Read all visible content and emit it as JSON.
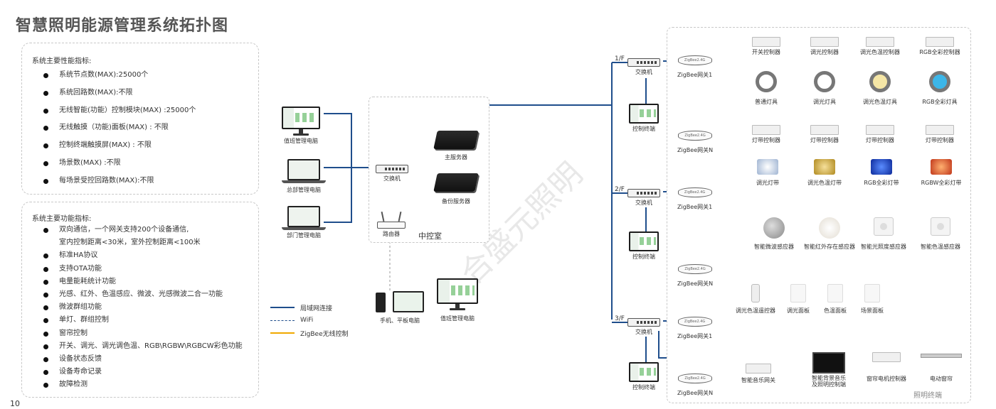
{
  "title": "智慧照明能源管理系统拓扑图",
  "page_number": "10",
  "performance": {
    "heading": "系统主要性能指标:",
    "items": [
      "系统节点数(MAX):25000个",
      "系统回路数(MAX):不限",
      "无线智能(功能）控制模块(MAX) :25000个",
      "无线触摸（功能)面板(MAX) : 不限",
      "控制终端触摸屏(MAX) : 不限",
      "场景数(MAX) :不限",
      "每场景受控回路数(MAX):不限"
    ]
  },
  "functions": {
    "heading": "系统主要功能指标:",
    "items": [
      "双向通信，一个网关支持200个设备通信,",
      "室内控制距离<30米，室外控制距离<100米",
      "标准HA协议",
      "支持OTA功能",
      "电量能耗统计功能",
      "光感、红外、色温感应、微波、光感微波二合一功能",
      "微波群组功能",
      "单灯、群组控制",
      "窗帘控制",
      "开关、调光、调光调色温、RGB\\RGBW\\RGBCW彩色功能",
      "设备状态反馈",
      "设备寿命记录",
      "故障检测"
    ]
  },
  "left_devices": {
    "mgmt_pc": "值班管理电脑",
    "hq_pc": "总部管理电脑",
    "dept_pc": "部门管理电脑"
  },
  "control_room": {
    "label": "中控室",
    "switch": "交换机",
    "main_server": "主服务器",
    "backup_server": "备份服务器",
    "router": "路由器"
  },
  "mobile": {
    "phone_tablet": "手机、平板电脑",
    "duty_pc": "值班管理电脑"
  },
  "legend": {
    "lan": "局域网连接",
    "wifi": "WiFi",
    "zigbee": "ZigBee无线控制"
  },
  "floors": [
    {
      "label": "1/F",
      "switch": "交换机",
      "terminal": "控制终端",
      "gw1": "ZigBee网关1",
      "gwn": "ZigBee网关N"
    },
    {
      "label": "2/F",
      "switch": "交换机",
      "terminal": "控制终端",
      "gw1": "ZigBee网关1",
      "gwn": "ZigBee网关N"
    },
    {
      "label": "3/F",
      "switch": "交换机",
      "terminal": "控制终端",
      "gw1": "ZigBee网关1",
      "gwn": "ZigBee网关N"
    }
  ],
  "gateway_text": "ZigBee2.4G",
  "controllers": [
    "开关控制器",
    "调光控制器",
    "调光色温控制器",
    "RGB全彩控制器"
  ],
  "lamps": [
    "普通灯具",
    "调光灯具",
    "调光色温灯具",
    "RGB全彩灯具"
  ],
  "strip_controllers": [
    "灯带控制器",
    "灯带控制器",
    "灯带控制器",
    "灯带控制器"
  ],
  "strips": [
    "调光灯带",
    "调光色温灯带",
    "RGB全彩灯带",
    "RGBW全彩灯带"
  ],
  "sensors": [
    "智能微波感应器",
    "智能红外存在感应器",
    "智能光照度感应器",
    "智能色温感应器"
  ],
  "panels": [
    "调光色温遥控器",
    "调光面板",
    "色温面板",
    "场景面板"
  ],
  "bottom_row": {
    "music_gateway": "智能音乐网关",
    "bg_music": "智能背景音乐\n及照明控制端",
    "curtain_ctrl": "窗帘电机控制器",
    "curtain": "电动窗帘"
  },
  "terminal_area_label": "照明终端",
  "watermark": "合盛元照明",
  "colors": {
    "lan": "#1f4e8c",
    "zigbee": "#f0a800",
    "wifi": "#9a9a9a",
    "strip1": "#dfe8f4",
    "strip2": "#e8c24a",
    "strip3": "#1a4fd8",
    "strip4": "#e0552a",
    "lamp_warm": "#f5e6a6",
    "lamp_rgb": "#3cb6e8"
  }
}
